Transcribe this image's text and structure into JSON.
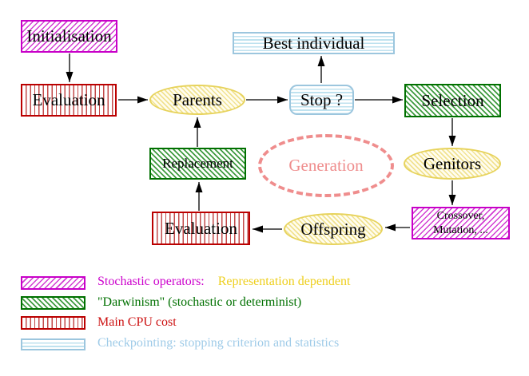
{
  "nodes": {
    "initialisation": "Initialisation",
    "evaluation_top": "Evaluation",
    "parents": "Parents",
    "best_individual": "Best individual",
    "stop": "Stop ?",
    "selection": "Selection",
    "genitors": "Genitors",
    "crossover_line1": "Crossover,",
    "crossover_line2": "Mutation, ...",
    "offspring": "Offspring",
    "evaluation_bottom": "Evaluation",
    "replacement": "Replacement",
    "generation": "Generation"
  },
  "edges": [
    "initialisation -> evaluation_top",
    "evaluation_top -> parents",
    "parents -> stop",
    "stop -> best_individual",
    "stop -> selection",
    "selection -> genitors",
    "genitors -> crossover_mutation",
    "crossover_mutation -> offspring",
    "offspring -> evaluation_bottom",
    "evaluation_bottom -> replacement",
    "replacement -> parents"
  ],
  "legend": {
    "items": [
      {
        "swatch": "magenta-diagonal-hatch",
        "label": "Stochastic operators:",
        "label2": "Representation dependent"
      },
      {
        "swatch": "green-diagonal-hatch",
        "label": "\"Darwinism\" (stochastic or determinist)"
      },
      {
        "swatch": "red-vertical-stripes",
        "label": "Main CPU cost"
      },
      {
        "swatch": "cyan-horizontal-stripes",
        "label": "Checkpointing: stopping criterion and statistics"
      }
    ]
  },
  "colors": {
    "magenta": "#c800c8",
    "red": "#bb0000",
    "green": "#007000",
    "cyan_border": "#9cc6de",
    "cyan_text": "#9fcbe8",
    "yellow_border": "#e7d35c",
    "gold_text": "#eecf1e",
    "salmon": "#ef8d8d",
    "line": "#000000"
  }
}
